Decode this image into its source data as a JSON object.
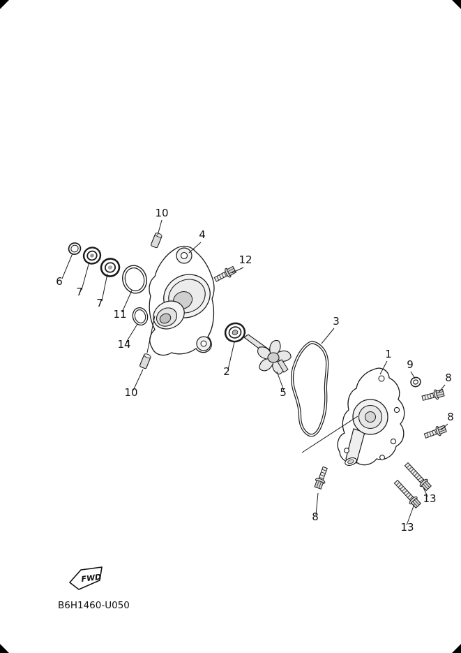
{
  "diagram": {
    "code": "B6H1460-U050",
    "fwd_label": "FWD",
    "callouts": [
      {
        "label": "10"
      },
      {
        "label": "4"
      },
      {
        "label": "12"
      },
      {
        "label": "6"
      },
      {
        "label": "7"
      },
      {
        "label": "7"
      },
      {
        "label": "11"
      },
      {
        "label": "14"
      },
      {
        "label": "10"
      },
      {
        "label": "2"
      },
      {
        "label": "5"
      },
      {
        "label": "3"
      },
      {
        "label": "1"
      },
      {
        "label": "9"
      },
      {
        "label": "8"
      },
      {
        "label": "8"
      },
      {
        "label": "13"
      },
      {
        "label": "13"
      },
      {
        "label": "8"
      }
    ],
    "colors": {
      "line": "#1a1a1a",
      "metal_light": "#ececec",
      "metal_mid": "#d6d6d6",
      "metal_dark": "#bfbfbf"
    }
  }
}
